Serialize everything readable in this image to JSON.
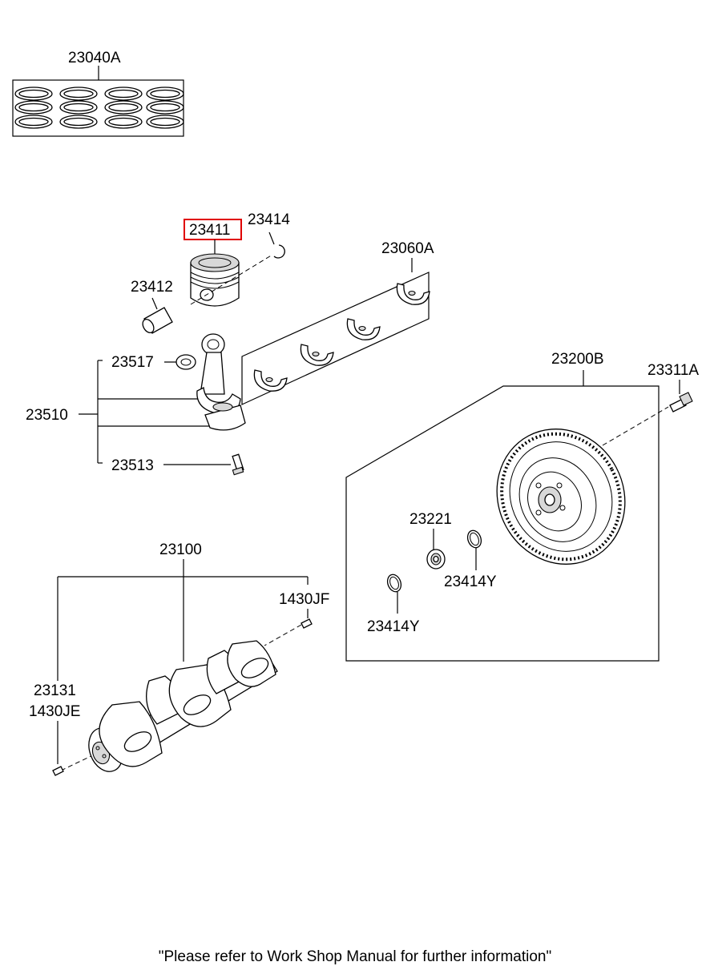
{
  "labels": {
    "rings": "23040A",
    "piston": "23411",
    "snap_ring": "23414",
    "piston_pin": "23412",
    "bearing_set": "23060A",
    "bushing": "23517",
    "conrod_assy": "23510",
    "conrod_bolt": "23513",
    "flywheel": "23200B",
    "flywheel_bolt": "23311A",
    "bearing": "23221",
    "snap_ring_y_right": "23414Y",
    "snap_ring_y_left": "23414Y",
    "crankshaft": "23100",
    "pin_jf": "1430JF",
    "key_top": "23131",
    "key_bottom": "1430JE"
  },
  "highlighted_part": "23411",
  "highlight_color": "#e00000",
  "footer": "\"Please refer to Work Shop Manual for further information\""
}
